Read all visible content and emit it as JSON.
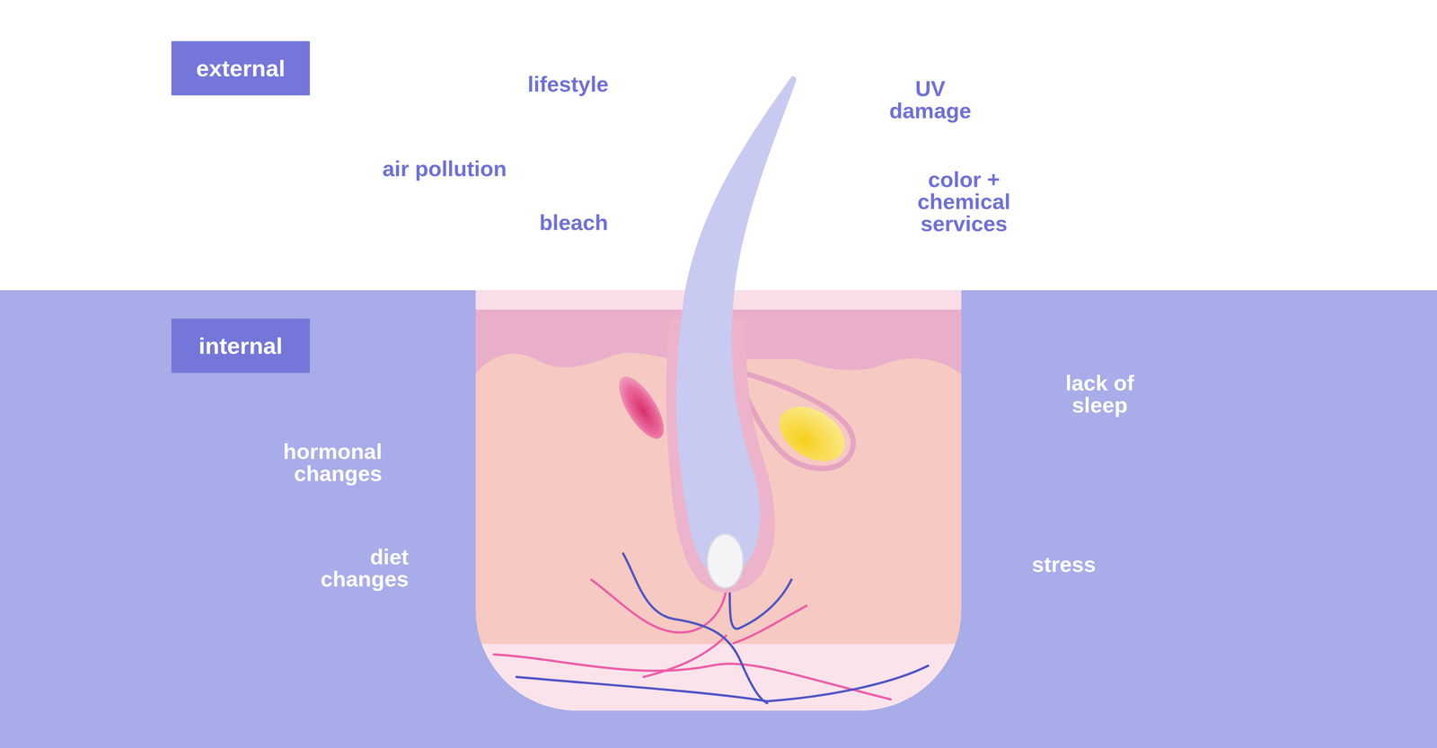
{
  "diagram": {
    "nodes": [
      {
        "text": [
          "external"
        ]
      },
      {
        "text": [
          "internal"
        ]
      }
    ],
    "labels": [
      "lifestyle",
      "UV damage",
      "air pollution",
      "color + chemical services",
      "bleach",
      "lack of sleep",
      "hormonal changes",
      "diet changes",
      "stress"
    ]
  }
}
